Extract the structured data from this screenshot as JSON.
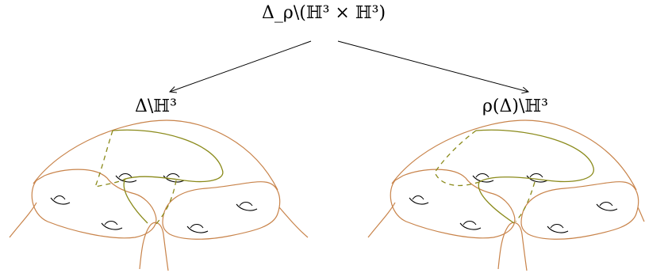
{
  "labels": {
    "top": "Δ_ρ\\(ℍ³ × ℍ³)",
    "left": "Δ\\ℍ³",
    "right": "ρ(Δ)\\ℍ³"
  },
  "colors": {
    "surface": "#c8834a",
    "geodesic": "#8a8a1a",
    "ink": "#000000"
  }
}
